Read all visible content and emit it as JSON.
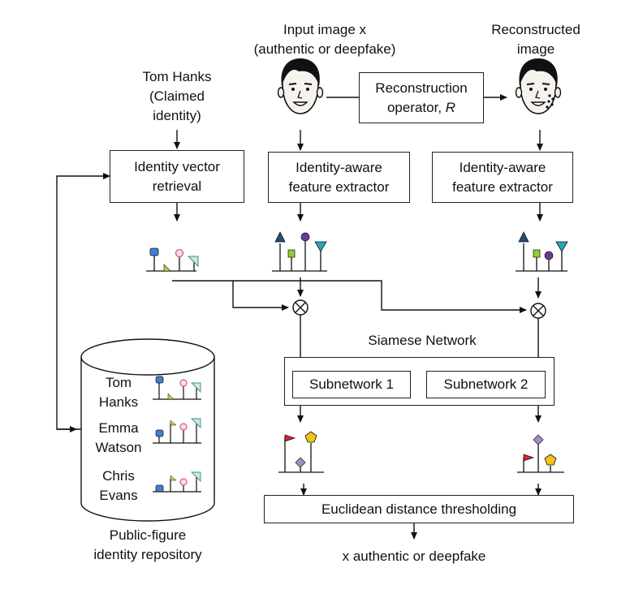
{
  "input_label": {
    "line1": "Input image x",
    "line2": "(authentic or deepfake)"
  },
  "reconstructed_label": {
    "line1": "Reconstructed",
    "line2": "image"
  },
  "claimed_label": {
    "line1": "Tom Hanks",
    "line2": "(Claimed",
    "line3": "identity)"
  },
  "reconstruction_box": {
    "line1": "Reconstruction",
    "line2_prefix": "operator, ",
    "line2_var": "R"
  },
  "identity_retrieval_box": {
    "line1": "Identity vector",
    "line2": "retrieval"
  },
  "extractor_box": {
    "line1": "Identity-aware",
    "line2": "feature extractor"
  },
  "siamese": {
    "title": "Siamese Network",
    "sub1": "Subnetwork 1",
    "sub2": "Subnetwork 2"
  },
  "repository": {
    "entries": [
      {
        "line1": "Tom",
        "line2": "Hanks"
      },
      {
        "line1": "Emma",
        "line2": "Watson"
      },
      {
        "line1": "Chris",
        "line2": "Evans"
      }
    ],
    "caption_line1": "Public-figure",
    "caption_line2": "identity repository"
  },
  "euclidean_box": "Euclidean distance thresholding",
  "output_label": "x authentic or deepfake",
  "colors": {
    "line": "#111111",
    "blue": "#3f7fd6",
    "pink": "#e98a9a",
    "yellow_green": "#c9c84a",
    "teal": "#6fb7b1",
    "navy": "#1f4f78",
    "green": "#8ecf3a",
    "purple": "#6a3b95",
    "cyan": "#2aa7b5",
    "red": "#d9232e",
    "gold": "#f3c218",
    "lavender": "#a48bc2"
  }
}
